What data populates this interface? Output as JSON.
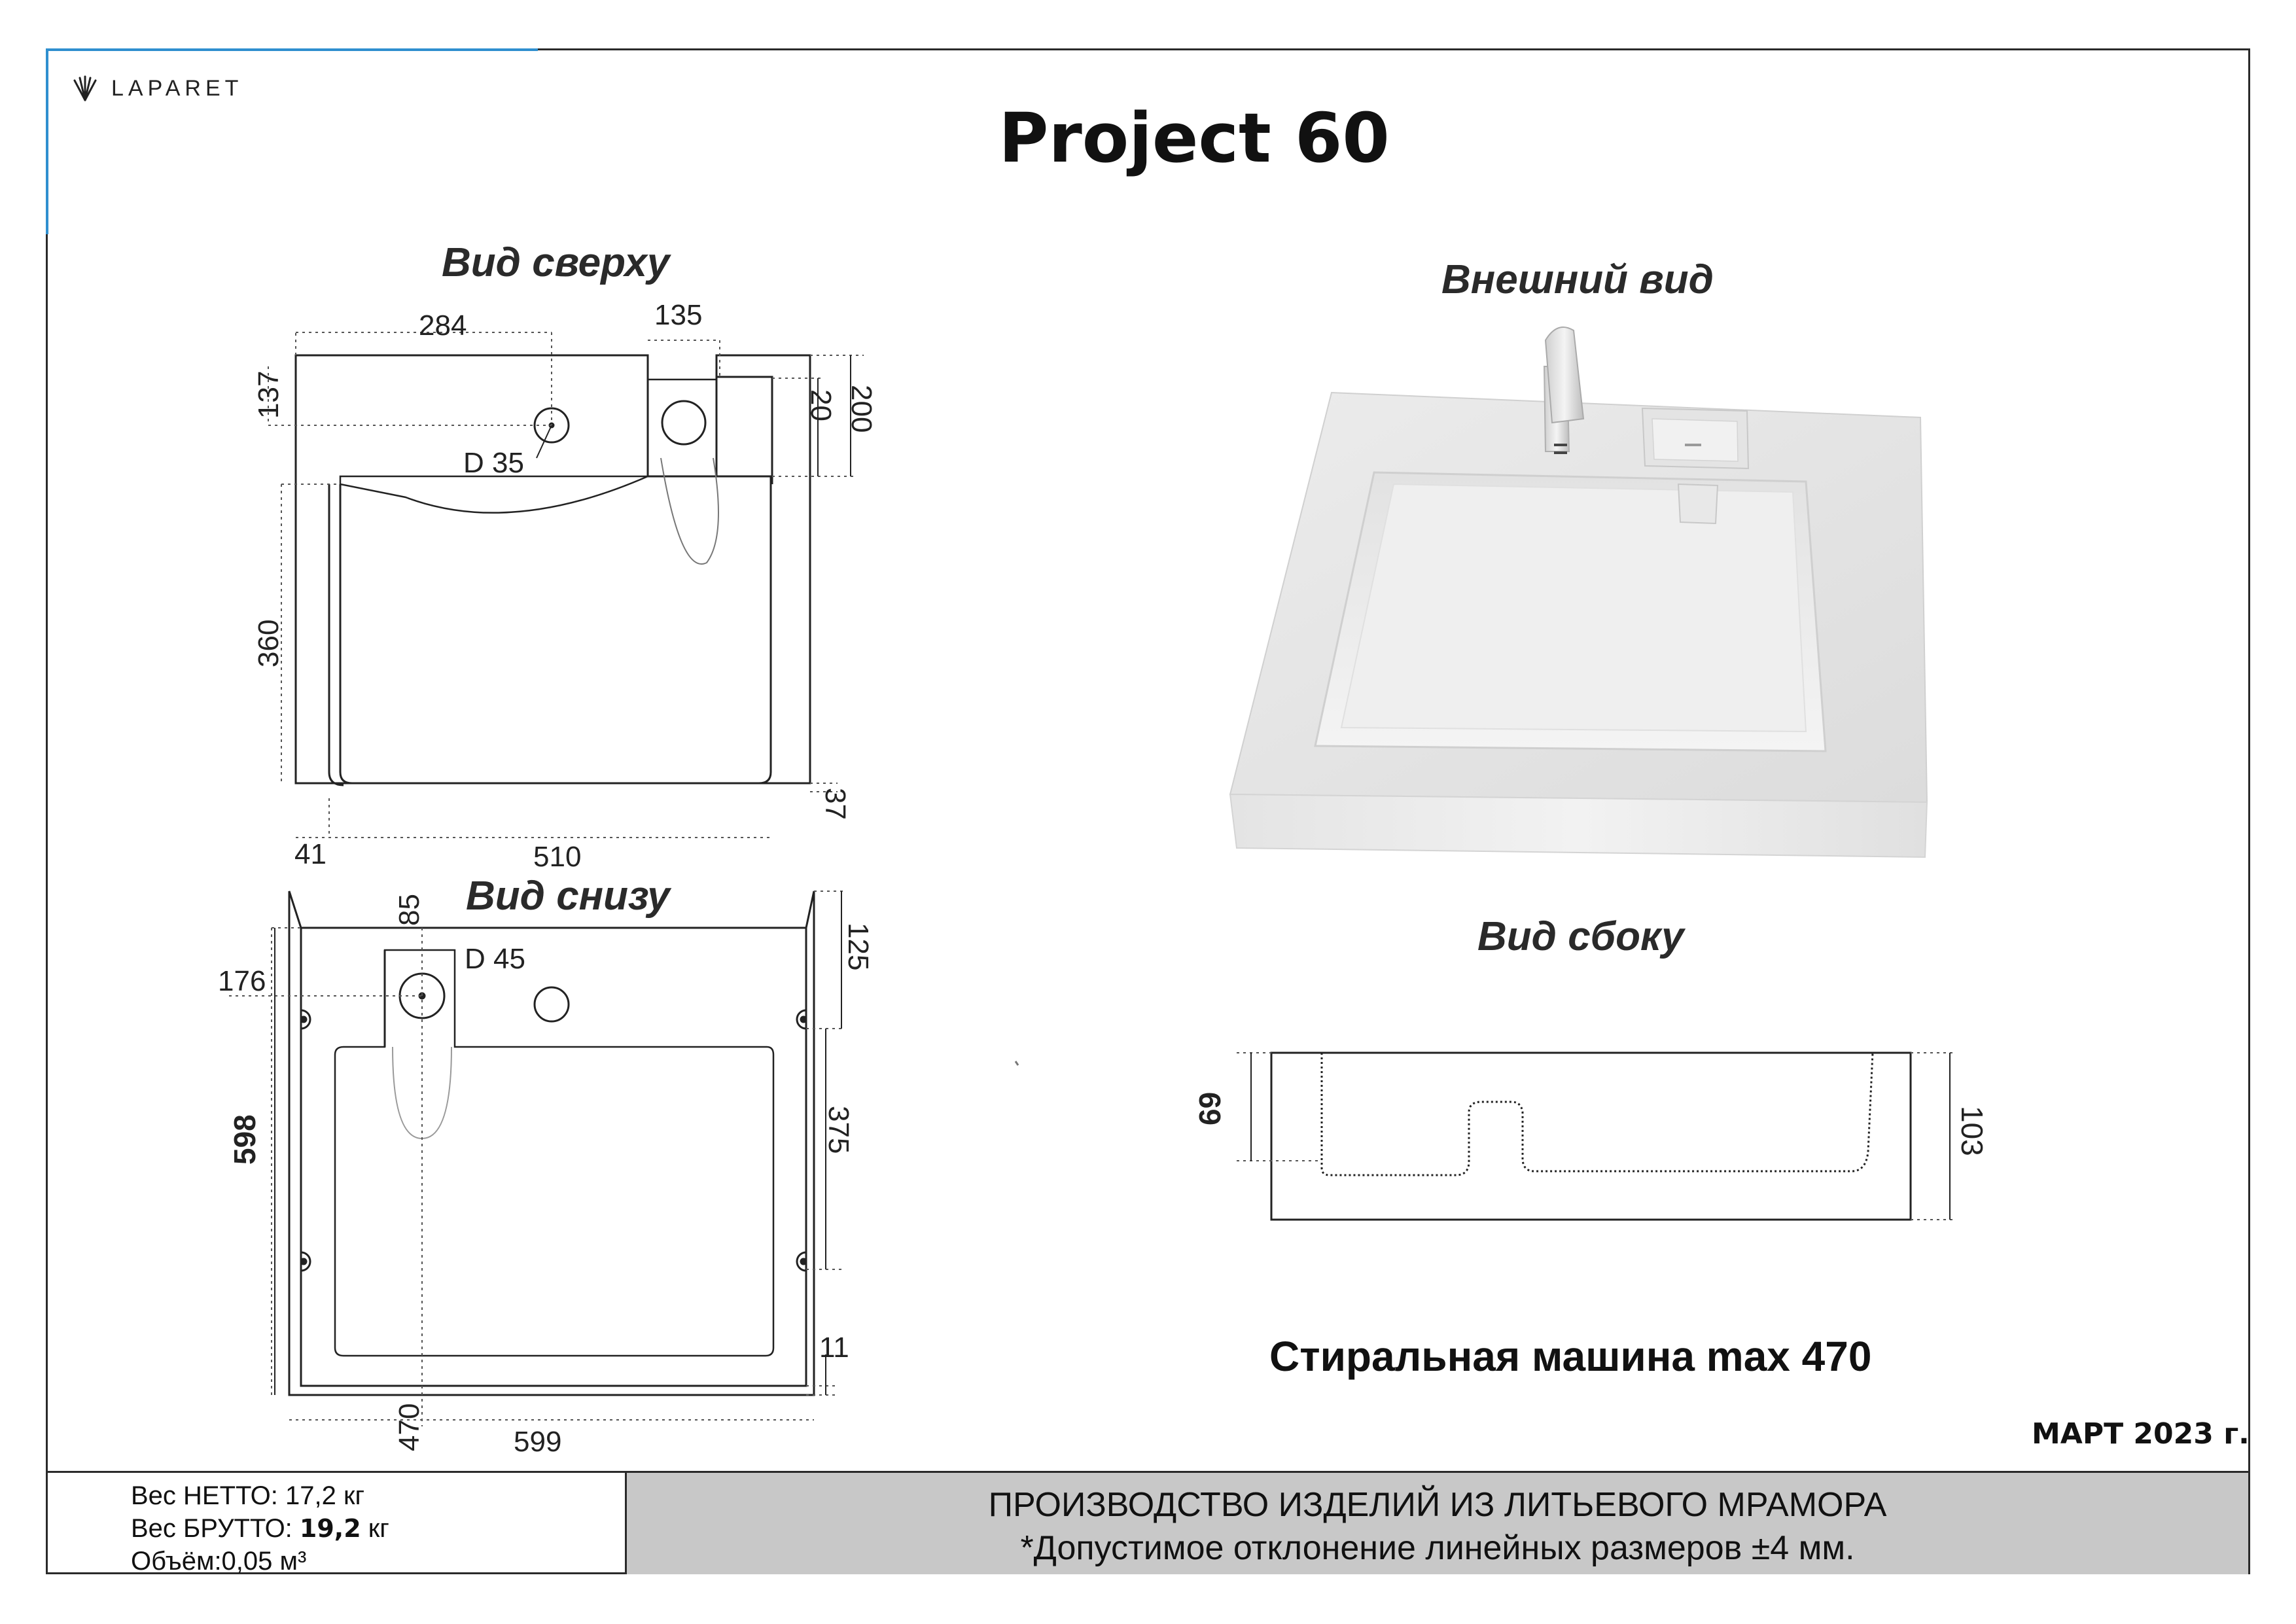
{
  "brand": {
    "name": "LAPARET",
    "icon": "shell-logo-icon"
  },
  "title": "Project 60",
  "views": {
    "top": "Вид сверху",
    "bottom": "Вид снизу",
    "exterior": "Внешний вид",
    "side": "Вид сбоку"
  },
  "top_view_dims": {
    "d284": "284",
    "d135": "135",
    "d137": "137",
    "d20": "20",
    "d200": "200",
    "hole": "D 35",
    "d360": "360",
    "d37": "37",
    "d41": "41",
    "d510": "510"
  },
  "bottom_view_dims": {
    "d85": "85",
    "hole": "D 45",
    "d176": "176",
    "d125": "125",
    "d375": "375",
    "d598": "598",
    "d11": "11",
    "d470": "470",
    "d599": "599"
  },
  "side_view_dims": {
    "d69": "69",
    "d103": "103"
  },
  "washing_machine_note": "Стиральная машина max 470",
  "date": "МАРТ 2023 г.",
  "footer": {
    "net_label": "Вес НЕТТО: 17,2 кг",
    "gross_label": "Вес БРУТТО: ",
    "gross_value": "19,2",
    "gross_unit": " кг",
    "volume": "Объём:0,05 м³",
    "production": "ПРОИЗВОДСТВО ИЗДЕЛИЙ ИЗ ЛИТЬЕВОГО МРАМОРА",
    "tolerance": "*Допустимое отклонение линейных размеров ±4 мм."
  }
}
